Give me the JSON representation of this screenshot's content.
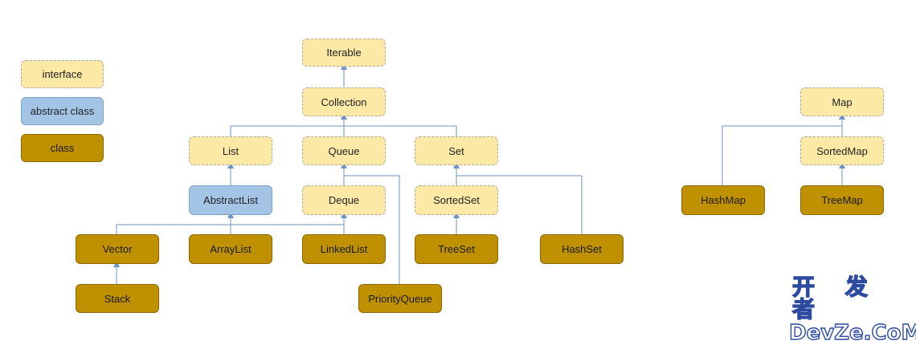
{
  "legend": {
    "interface": "interface",
    "abstract": "abstract class",
    "class": "class"
  },
  "nodes": {
    "iterable": "Iterable",
    "collection": "Collection",
    "list": "List",
    "queue": "Queue",
    "set": "Set",
    "abstract_list": "AbstractList",
    "deque": "Deque",
    "sorted_set": "SortedSet",
    "vector": "Vector",
    "array_list": "ArrayList",
    "linked_list": "LinkedList",
    "tree_set": "TreeSet",
    "hash_set": "HashSet",
    "stack": "Stack",
    "priority_queue": "PriorityQueue",
    "map": "Map",
    "sorted_map": "SortedMap",
    "hash_map": "HashMap",
    "tree_map": "TreeMap"
  },
  "colors": {
    "interface_fill": "#fde9a6",
    "abstract_fill": "#a4c4e6",
    "class_fill": "#bf9000",
    "edge": "#6f93c2"
  },
  "watermark": {
    "line1": "开 发 者",
    "line2": "DevZe.CoM"
  }
}
